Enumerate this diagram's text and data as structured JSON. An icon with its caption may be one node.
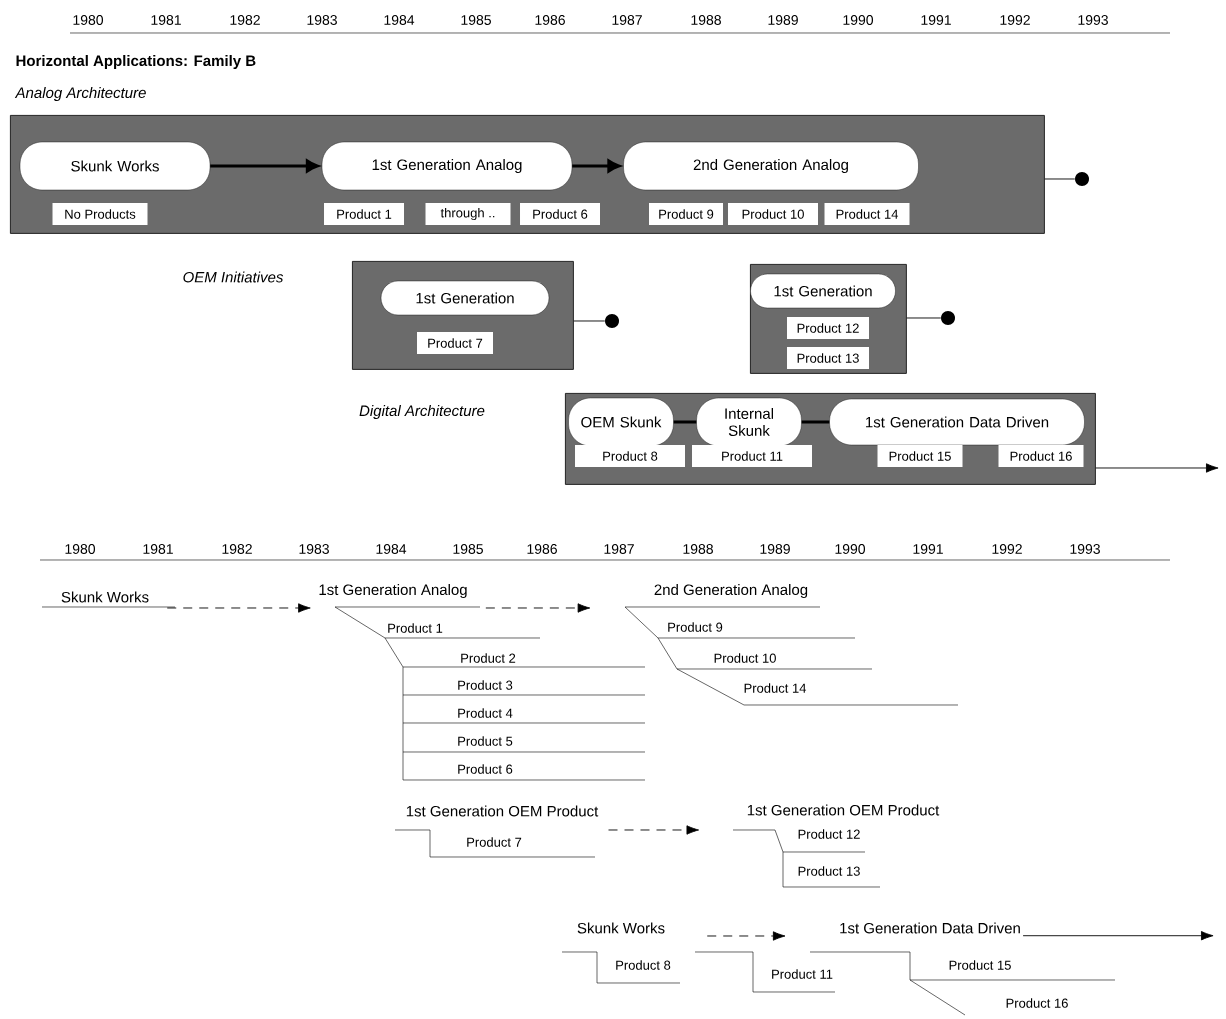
{
  "diagram": {
    "title": "Horizontal Applications: Family B",
    "nodes": [
      {
        "text": [
          "Analog Architecture"
        ]
      },
      {
        "text": [
          "Skunk Works"
        ],
        "in": 0
      },
      {
        "text": [
          "No Products"
        ],
        "in": 0
      },
      {
        "text": [
          "1st Generation Analog"
        ],
        "in": 0
      },
      {
        "text": [
          "Product 1"
        ],
        "in": 0
      },
      {
        "text": [
          "through .."
        ],
        "in": 0
      },
      {
        "text": [
          "Product 6"
        ],
        "in": 0
      },
      {
        "text": [
          "2nd Generation Analog"
        ],
        "in": 0
      },
      {
        "text": [
          "Product 9"
        ],
        "in": 0
      },
      {
        "text": [
          "Product 10"
        ],
        "in": 0
      },
      {
        "text": [
          "Product 14"
        ],
        "in": 0
      },
      {
        "text": [],
        "shape": "circle"
      },
      {
        "text": [],
        "shape": "box"
      },
      {
        "text": [
          "1st Generation"
        ],
        "in": 12
      },
      {
        "text": [
          "Product 7"
        ],
        "in": 12
      },
      {
        "text": [],
        "shape": "circle"
      },
      {
        "text": [],
        "shape": "box"
      },
      {
        "text": [
          "1st Generation"
        ],
        "in": 16
      },
      {
        "text": [
          "Product 12"
        ],
        "in": 16
      },
      {
        "text": [
          "Product 13"
        ],
        "in": 16
      },
      {
        "text": [],
        "shape": "circle"
      },
      {
        "text": [],
        "shape": "box"
      },
      {
        "text": [
          "OEM Skunk"
        ],
        "in": 21
      },
      {
        "text": [
          "Internal Skunk"
        ],
        "in": 21
      },
      {
        "text": [
          "1st Generation Data Driven"
        ],
        "in": 21
      },
      {
        "text": [
          "Product 8"
        ],
        "in": 21
      },
      {
        "text": [
          "Product 11"
        ],
        "in": 21
      },
      {
        "text": [
          "Product 15"
        ],
        "in": 21
      },
      {
        "text": [
          "Product 16"
        ],
        "in": 21
      },
      {
        "text": [
          "Skunk Works"
        ]
      },
      {
        "text": [
          "1st Generation Analog"
        ]
      },
      {
        "text": [
          "2nd Generation Analog"
        ]
      },
      {
        "text": [
          "1st Generation OEM Product"
        ]
      },
      {
        "text": [
          "1st Generation OEM Product"
        ]
      },
      {
        "text": [
          "Skunk Works"
        ]
      },
      {
        "text": [
          "1st Generation Data Driven"
        ]
      }
    ],
    "edges": [
      {
        "from": 1,
        "to": 3,
        "arrow": "to",
        "style": "thick"
      },
      {
        "from": 3,
        "to": 7,
        "arrow": "to",
        "style": "thick"
      },
      {
        "from": 0,
        "to": 11,
        "arrow": "none"
      },
      {
        "from": 12,
        "to": 15,
        "arrow": "none"
      },
      {
        "from": 16,
        "to": 20,
        "arrow": "none"
      },
      {
        "from": 22,
        "to": 23,
        "arrow": "none",
        "style": "thick"
      },
      {
        "from": 23,
        "to": 24,
        "arrow": "none",
        "style": "thick"
      },
      {
        "from": 21,
        "to": null,
        "arrow": "to"
      },
      {
        "from": 29,
        "to": 30,
        "arrow": "to",
        "style": "dashed"
      },
      {
        "from": 30,
        "to": 31,
        "arrow": "to",
        "style": "dashed"
      },
      {
        "from": 32,
        "to": 33,
        "arrow": "to",
        "style": "dashed"
      },
      {
        "from": 34,
        "to": 35,
        "arrow": "to",
        "style": "dashed"
      },
      {
        "from": 35,
        "to": null,
        "arrow": "to"
      }
    ],
    "labels": [
      "1980",
      "1981",
      "1982",
      "1983",
      "1984",
      "1985",
      "1986",
      "1987",
      "1988",
      "1989",
      "1990",
      "1991",
      "1992",
      "1993",
      "OEM Initiatives",
      "Digital Architecture",
      "1980",
      "1981",
      "1982",
      "1983",
      "1984",
      "1985",
      "1986",
      "1987",
      "1988",
      "1989",
      "1990",
      "1991",
      "1992",
      "1993",
      "Product 1",
      "Product 9",
      "Product 2",
      "Product 10",
      "Product 3",
      "Product 14",
      "Product 4",
      "Product 5",
      "Product 6",
      "Product 7",
      "Product 12",
      "Product 13",
      "Product 8",
      "Product 11",
      "Product 15",
      "Product 16"
    ]
  }
}
